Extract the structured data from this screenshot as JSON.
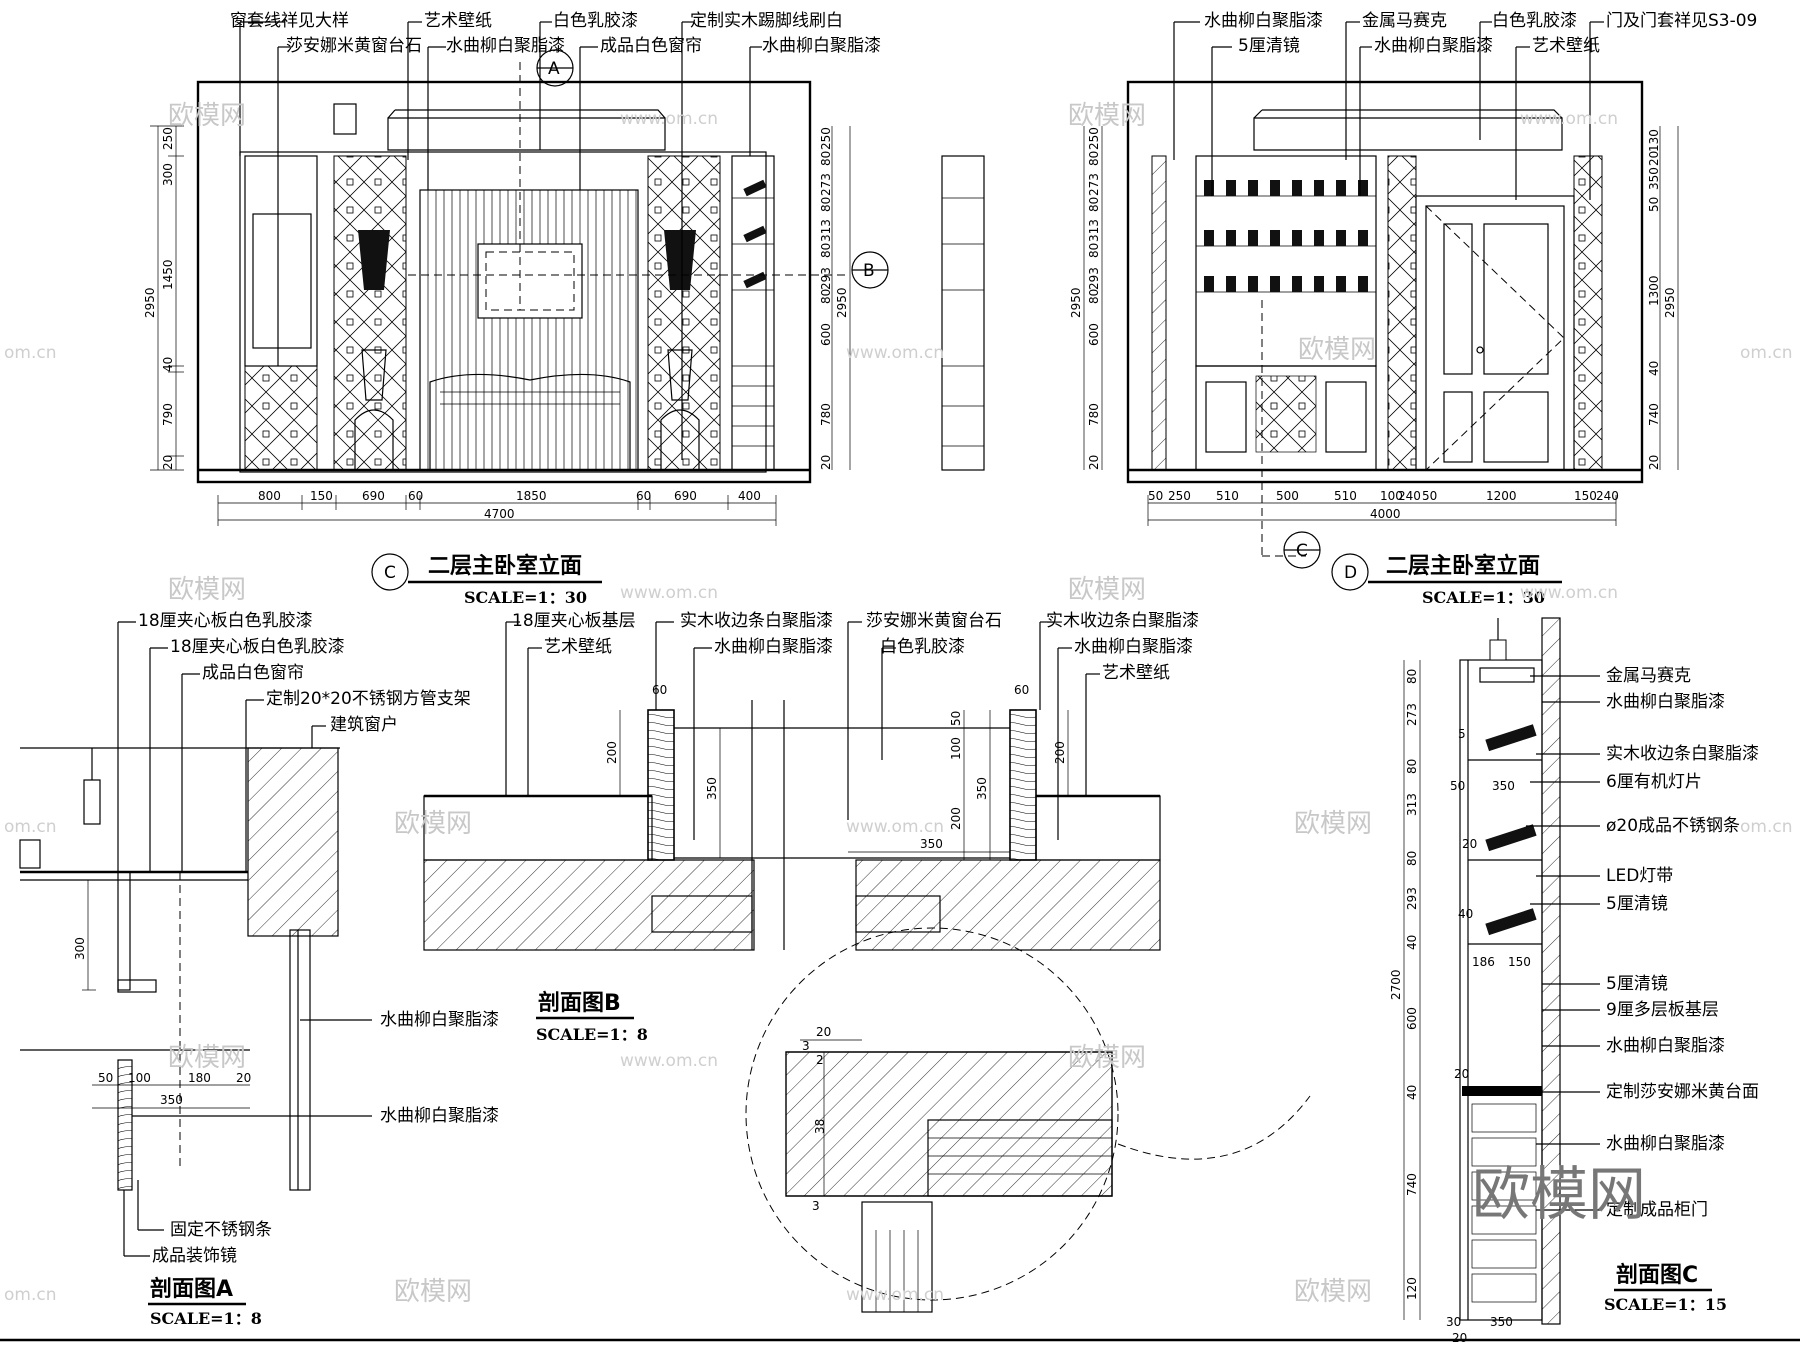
{
  "elevation_c": {
    "callouts_top": [
      "窗套线祥见大样",
      "莎安娜米黄窗台石",
      "艺术壁纸",
      "水曲柳白聚脂漆",
      "白色乳胶漆",
      "成品白色窗帘",
      "定制实木踢脚线刷白",
      "水曲柳白聚脂漆"
    ],
    "marker_top": "A",
    "marker_right": "B",
    "dims_bottom": [
      "800",
      "150",
      "690",
      "60",
      "1850",
      "60",
      "690",
      "400"
    ],
    "dim_total": "4700",
    "dims_left": [
      "250",
      "300",
      "1450",
      "40",
      "790",
      "20"
    ],
    "dim_left_total": "2950",
    "dims_right": [
      "250",
      "80",
      "273",
      "80",
      "313",
      "80",
      "293",
      "80",
      "600",
      "780",
      "20"
    ],
    "dim_right_total": "2950",
    "title": "二层主卧室立面",
    "marker": "C",
    "scale": "SCALE=1：30"
  },
  "elevation_d": {
    "callouts_top": [
      "水曲柳白聚脂漆",
      "5厘清镜",
      "金属马赛克",
      "水曲柳白聚脂漆",
      "白色乳胶漆",
      "艺术壁纸",
      "门及门套祥见S3-09"
    ],
    "marker_bottom": "C",
    "dims_bottom": [
      "50",
      "250",
      "510",
      "500",
      "510",
      "100",
      "240",
      "50",
      "1200",
      "150",
      "240"
    ],
    "dim_total": "4000",
    "dims_left": [
      "250",
      "80",
      "273",
      "80",
      "313",
      "80",
      "293",
      "80",
      "600",
      "780",
      "20"
    ],
    "dim_left_total": "2950",
    "dims_right": [
      "130",
      "20",
      "350",
      "50",
      "1300",
      "40",
      "740",
      "20"
    ],
    "dim_right_total": "2950",
    "title": "二层主卧室立面",
    "marker": "D",
    "scale": "SCALE=1：30"
  },
  "section_a": {
    "callouts": [
      "18厘夹心板白色乳胶漆",
      "18厘夹心板白色乳胶漆",
      "成品白色窗帘",
      "定制20*20不锈钢方管支架",
      "建筑窗户",
      "水曲柳白聚脂漆",
      "水曲柳白聚脂漆",
      "固定不锈钢条",
      "成品装饰镜"
    ],
    "dims": [
      "300",
      "50",
      "100",
      "180",
      "20",
      "350"
    ],
    "title": "剖面图A",
    "scale": "SCALE=1：8"
  },
  "section_b": {
    "callouts": [
      "18厘夹心板基层",
      "艺术壁纸",
      "实木收边条白聚脂漆",
      "水曲柳白聚脂漆",
      "白色乳胶漆",
      "莎安娜米黄窗台石",
      "实木收边条白聚脂漆",
      "水曲柳白聚脂漆",
      "艺术壁纸"
    ],
    "dims": [
      "60",
      "200",
      "350",
      "50",
      "100",
      "350",
      "200",
      "350",
      "60",
      "200"
    ],
    "title": "剖面图B",
    "scale": "SCALE=1：8"
  },
  "detail_circle": {
    "dims": [
      "20",
      "3",
      "38",
      "3",
      "2"
    ]
  },
  "section_c": {
    "callouts": [
      "金属马赛克",
      "水曲柳白聚脂漆",
      "实木收边条白聚脂漆",
      "6厘有机灯片",
      "ø20成品不锈钢条",
      "LED灯带",
      "5厘清镜",
      "5厘清镜",
      "9厘多层板基层",
      "水曲柳白聚脂漆",
      "定制莎安娜米黄台面",
      "水曲柳白聚脂漆",
      "定制成品柜门"
    ],
    "dims_left": [
      "80",
      "273",
      "80",
      "313",
      "80",
      "293",
      "40",
      "600",
      "40",
      "740",
      "120"
    ],
    "dim_total": "2700",
    "dims_inner": [
      "5",
      "50",
      "350",
      "20",
      "40",
      "186",
      "150",
      "20",
      "30",
      "350",
      "20"
    ],
    "title": "剖面图C",
    "scale": "SCALE=1：15"
  },
  "watermarks": {
    "brand": "欧模网",
    "url": "www.om.cn",
    "url_short": "om.cn"
  }
}
